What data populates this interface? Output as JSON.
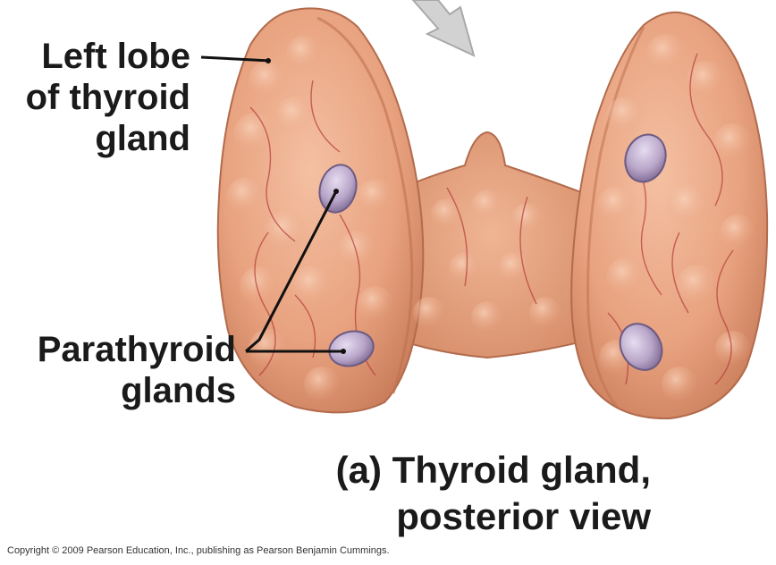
{
  "labels": {
    "left_lobe": [
      "Left lobe",
      "of thyroid",
      "gland"
    ],
    "parathyroid": [
      "Parathyroid",
      "glands"
    ]
  },
  "caption": {
    "line1": "(a) Thyroid gland,",
    "line2": "posterior view"
  },
  "copyright": "Copyright © 2009 Pearson Education, Inc., publishing as Pearson Benjamin Cummings.",
  "colors": {
    "tissue": "#e8a27f",
    "tissue_shadow": "#c77a58",
    "vessel": "#b23a3a",
    "parathyroid": "#b9a6c9",
    "arrow": "#cfcfcf"
  }
}
